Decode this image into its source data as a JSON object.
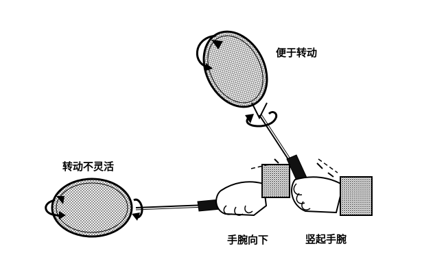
{
  "captions": {
    "top_right": "便于转动",
    "left": "转动不灵活",
    "wrist_down": "手腕向下",
    "wrist_up": "竖起手腕"
  },
  "colors": {
    "ink": "#000000",
    "paper": "#ffffff"
  }
}
